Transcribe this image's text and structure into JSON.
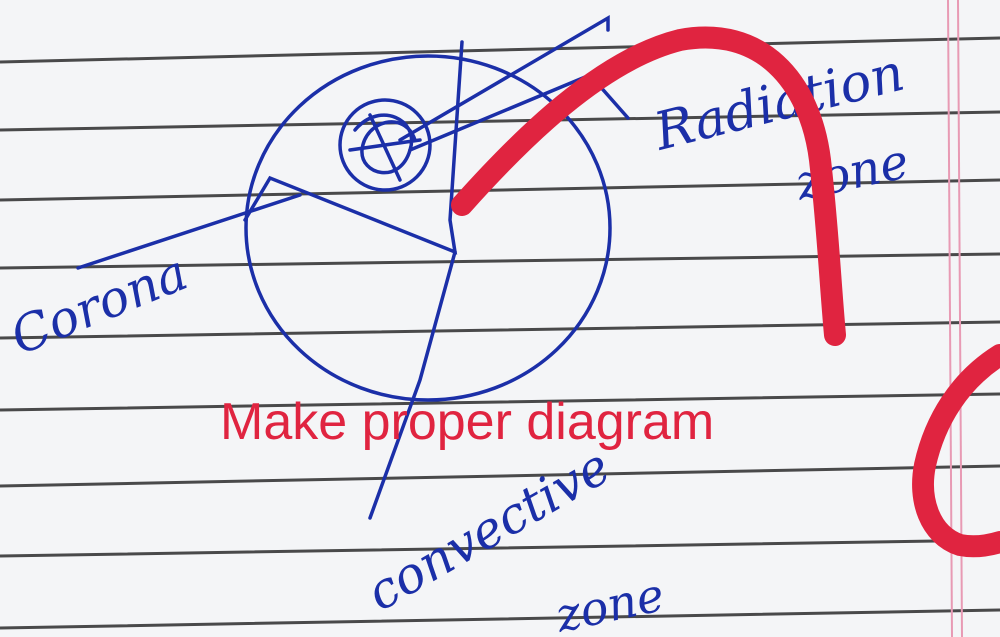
{
  "labels": {
    "corona": "Corona",
    "radiation": "Radiation",
    "radiation_2": "zone",
    "convection": "convective",
    "convection_2": "zone"
  },
  "feedback": {
    "comment": "Make proper diagram"
  },
  "colors": {
    "ink": "#1b2fa8",
    "teacher_pen": "#e02440",
    "paper": "#f4f5f7",
    "ruled_line": "#2c2c2c",
    "margin_line": "#e89ab4"
  }
}
